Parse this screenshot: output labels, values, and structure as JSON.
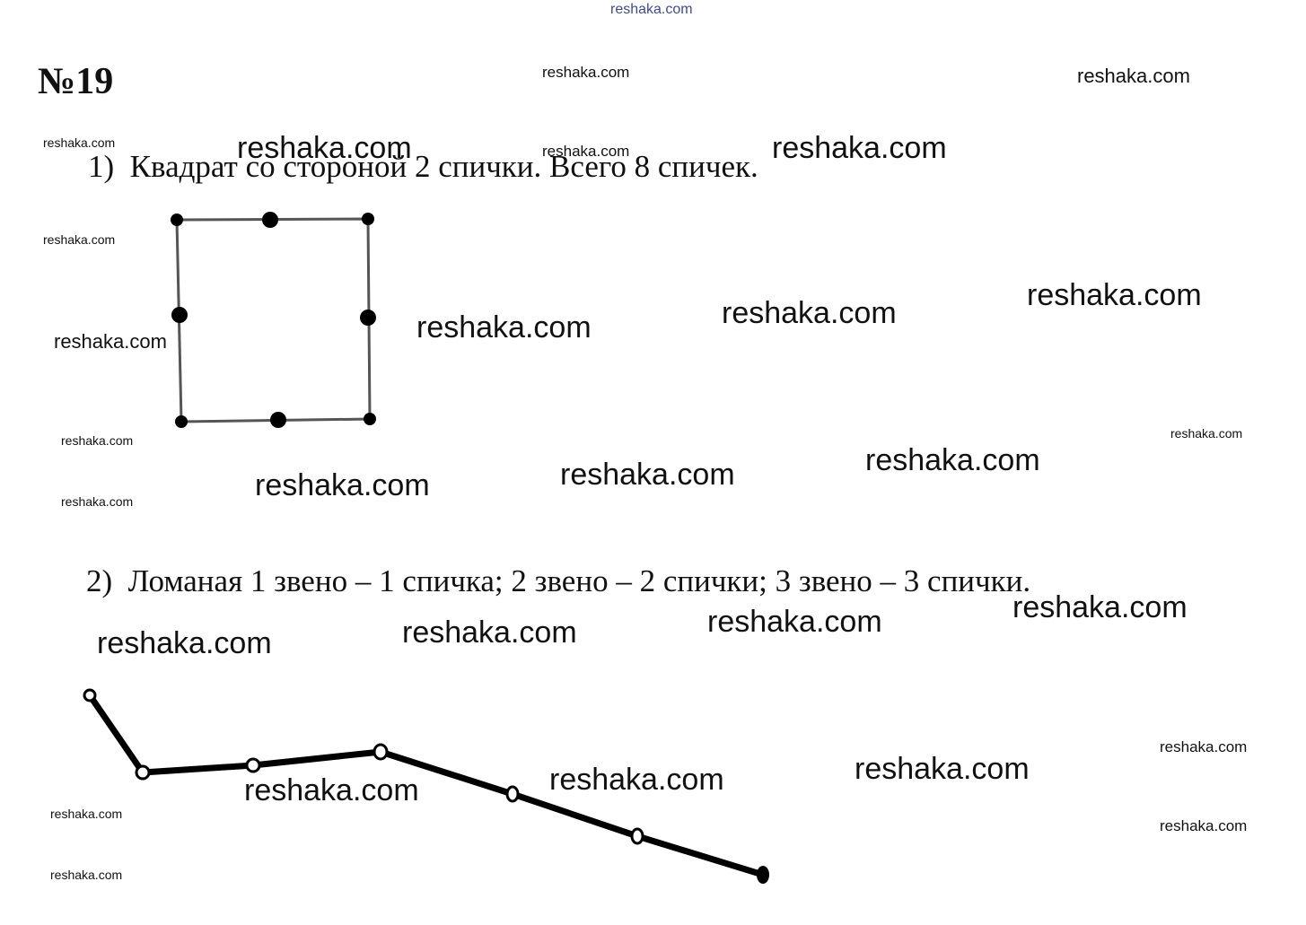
{
  "watermark_text": "reshaka.com",
  "title": "№19",
  "item1": {
    "number": "1)",
    "text": "Квадрат со стороной 2 спички. Всего 8 спичек."
  },
  "item2": {
    "number": "2)",
    "text": "Ломаная  1 звено – 1 спичка; 2 звено – 2 спички;  3 звено – 3 спички."
  }
}
